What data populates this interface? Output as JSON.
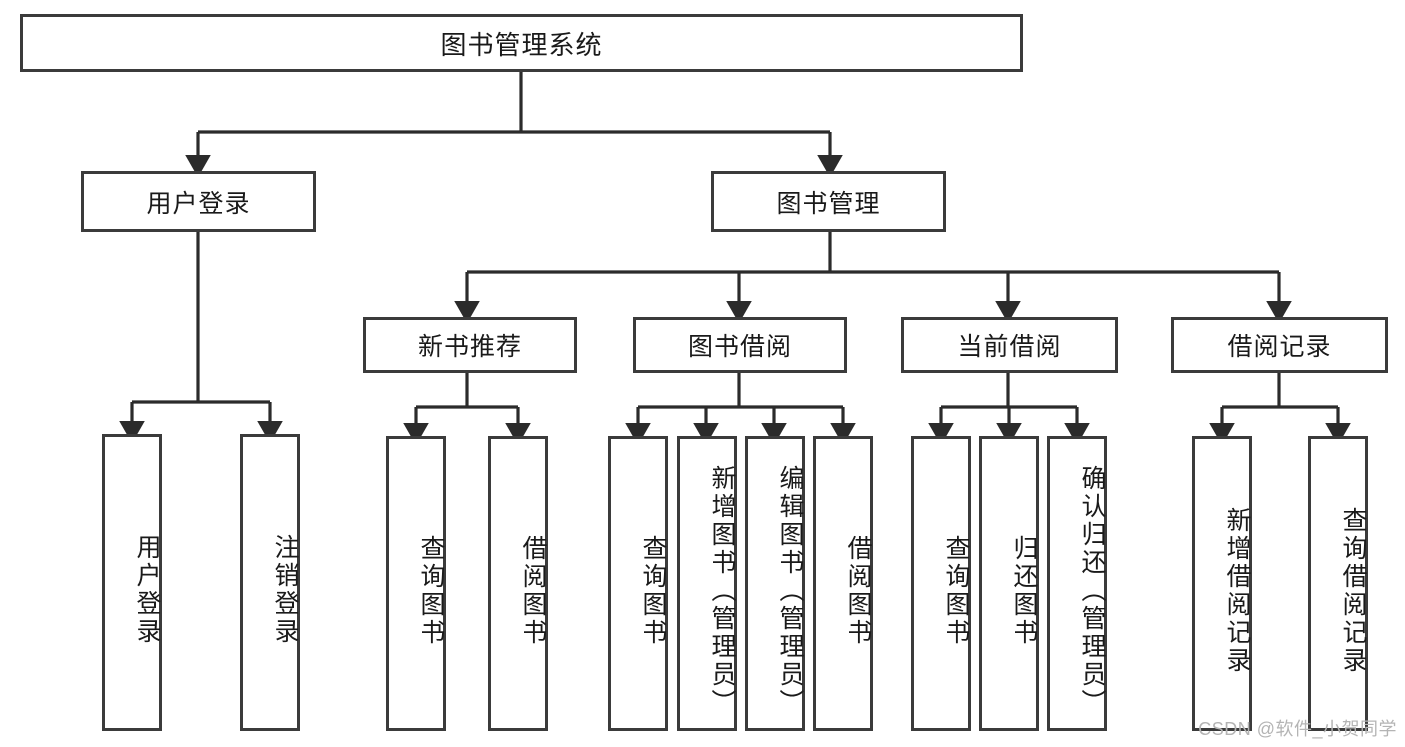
{
  "diagram": {
    "title": "图书管理系统",
    "type": "hierarchy-tree",
    "watermark": "CSDN @软件_小贺同学",
    "colors": {
      "border": "#3b3b3b",
      "background": "#ffffff",
      "text": "#1a1a1a",
      "edge": "#2b2b2b",
      "watermark": "#b4b4b4"
    },
    "levels": {
      "root": {
        "label": "图书管理系统"
      },
      "level2": [
        {
          "id": "user-login",
          "label": "用户登录"
        },
        {
          "id": "book-manage",
          "label": "图书管理"
        }
      ],
      "level3": [
        {
          "id": "new-book-recommend",
          "label": "新书推荐",
          "parent": "book-manage"
        },
        {
          "id": "book-borrow",
          "label": "图书借阅",
          "parent": "book-manage"
        },
        {
          "id": "current-borrow",
          "label": "当前借阅",
          "parent": "book-manage"
        },
        {
          "id": "borrow-record",
          "label": "借阅记录",
          "parent": "book-manage"
        }
      ],
      "leaves": [
        {
          "id": "leaf-user-login",
          "label": "用户登录",
          "parent": "user-login"
        },
        {
          "id": "leaf-logout",
          "label": "注销登录",
          "parent": "user-login"
        },
        {
          "id": "leaf-query-book-1",
          "label": "查询图书",
          "parent": "new-book-recommend"
        },
        {
          "id": "leaf-borrow-book-1",
          "label": "借阅图书",
          "parent": "new-book-recommend"
        },
        {
          "id": "leaf-query-book-2",
          "label": "查询图书",
          "parent": "book-borrow"
        },
        {
          "id": "leaf-add-book",
          "label": "新增图书（管理员）",
          "parent": "book-borrow"
        },
        {
          "id": "leaf-edit-book",
          "label": "编辑图书（管理员）",
          "parent": "book-borrow"
        },
        {
          "id": "leaf-borrow-book-2",
          "label": "借阅图书",
          "parent": "book-borrow"
        },
        {
          "id": "leaf-query-book-3",
          "label": "查询图书",
          "parent": "current-borrow"
        },
        {
          "id": "leaf-return-book",
          "label": "归还图书",
          "parent": "current-borrow"
        },
        {
          "id": "leaf-confirm-return",
          "label": "确认归还（管理员）",
          "parent": "current-borrow"
        },
        {
          "id": "leaf-add-record",
          "label": "新增借阅记录",
          "parent": "borrow-record"
        },
        {
          "id": "leaf-query-record",
          "label": "查询借阅记录",
          "parent": "borrow-record"
        }
      ]
    }
  }
}
